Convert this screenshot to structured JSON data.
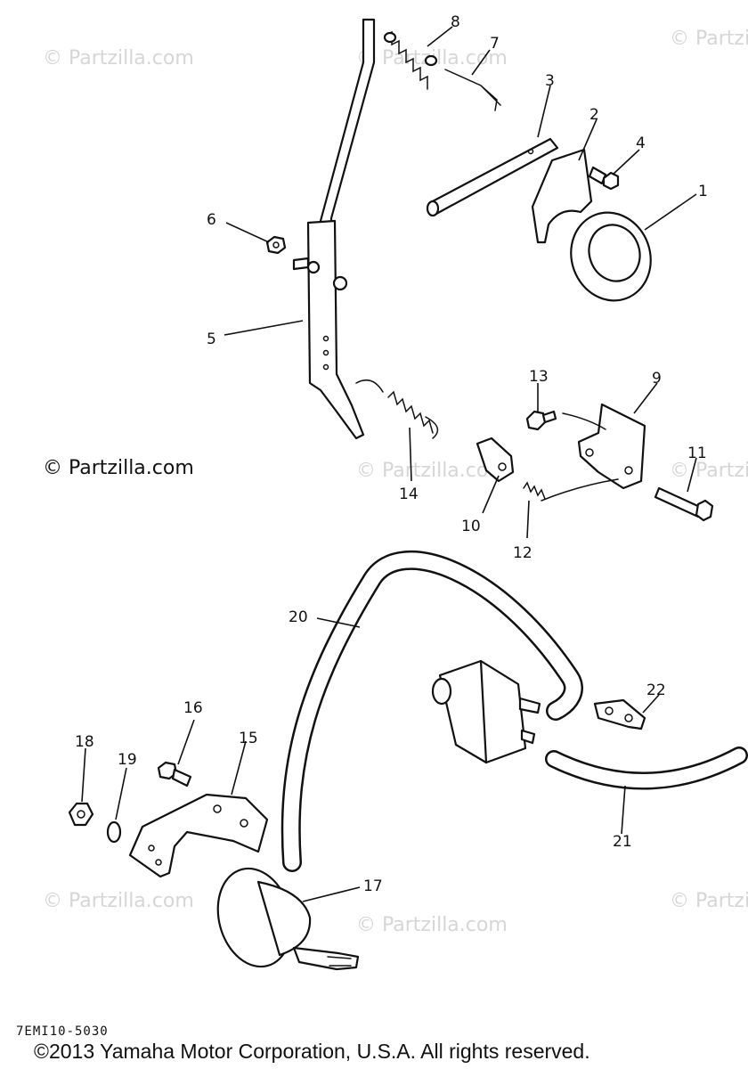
{
  "watermark": "© Partzilla.com",
  "diagram_code": "7EMI10-5030",
  "copyright": "©2013  Yamaha Motor Corporation, U.S.A. All rights reserved.",
  "callouts": [
    "1",
    "2",
    "3",
    "4",
    "5",
    "6",
    "7",
    "8",
    "9",
    "10",
    "11",
    "12",
    "13",
    "14",
    "15",
    "16",
    "17",
    "18",
    "19",
    "20",
    "21",
    "22"
  ]
}
